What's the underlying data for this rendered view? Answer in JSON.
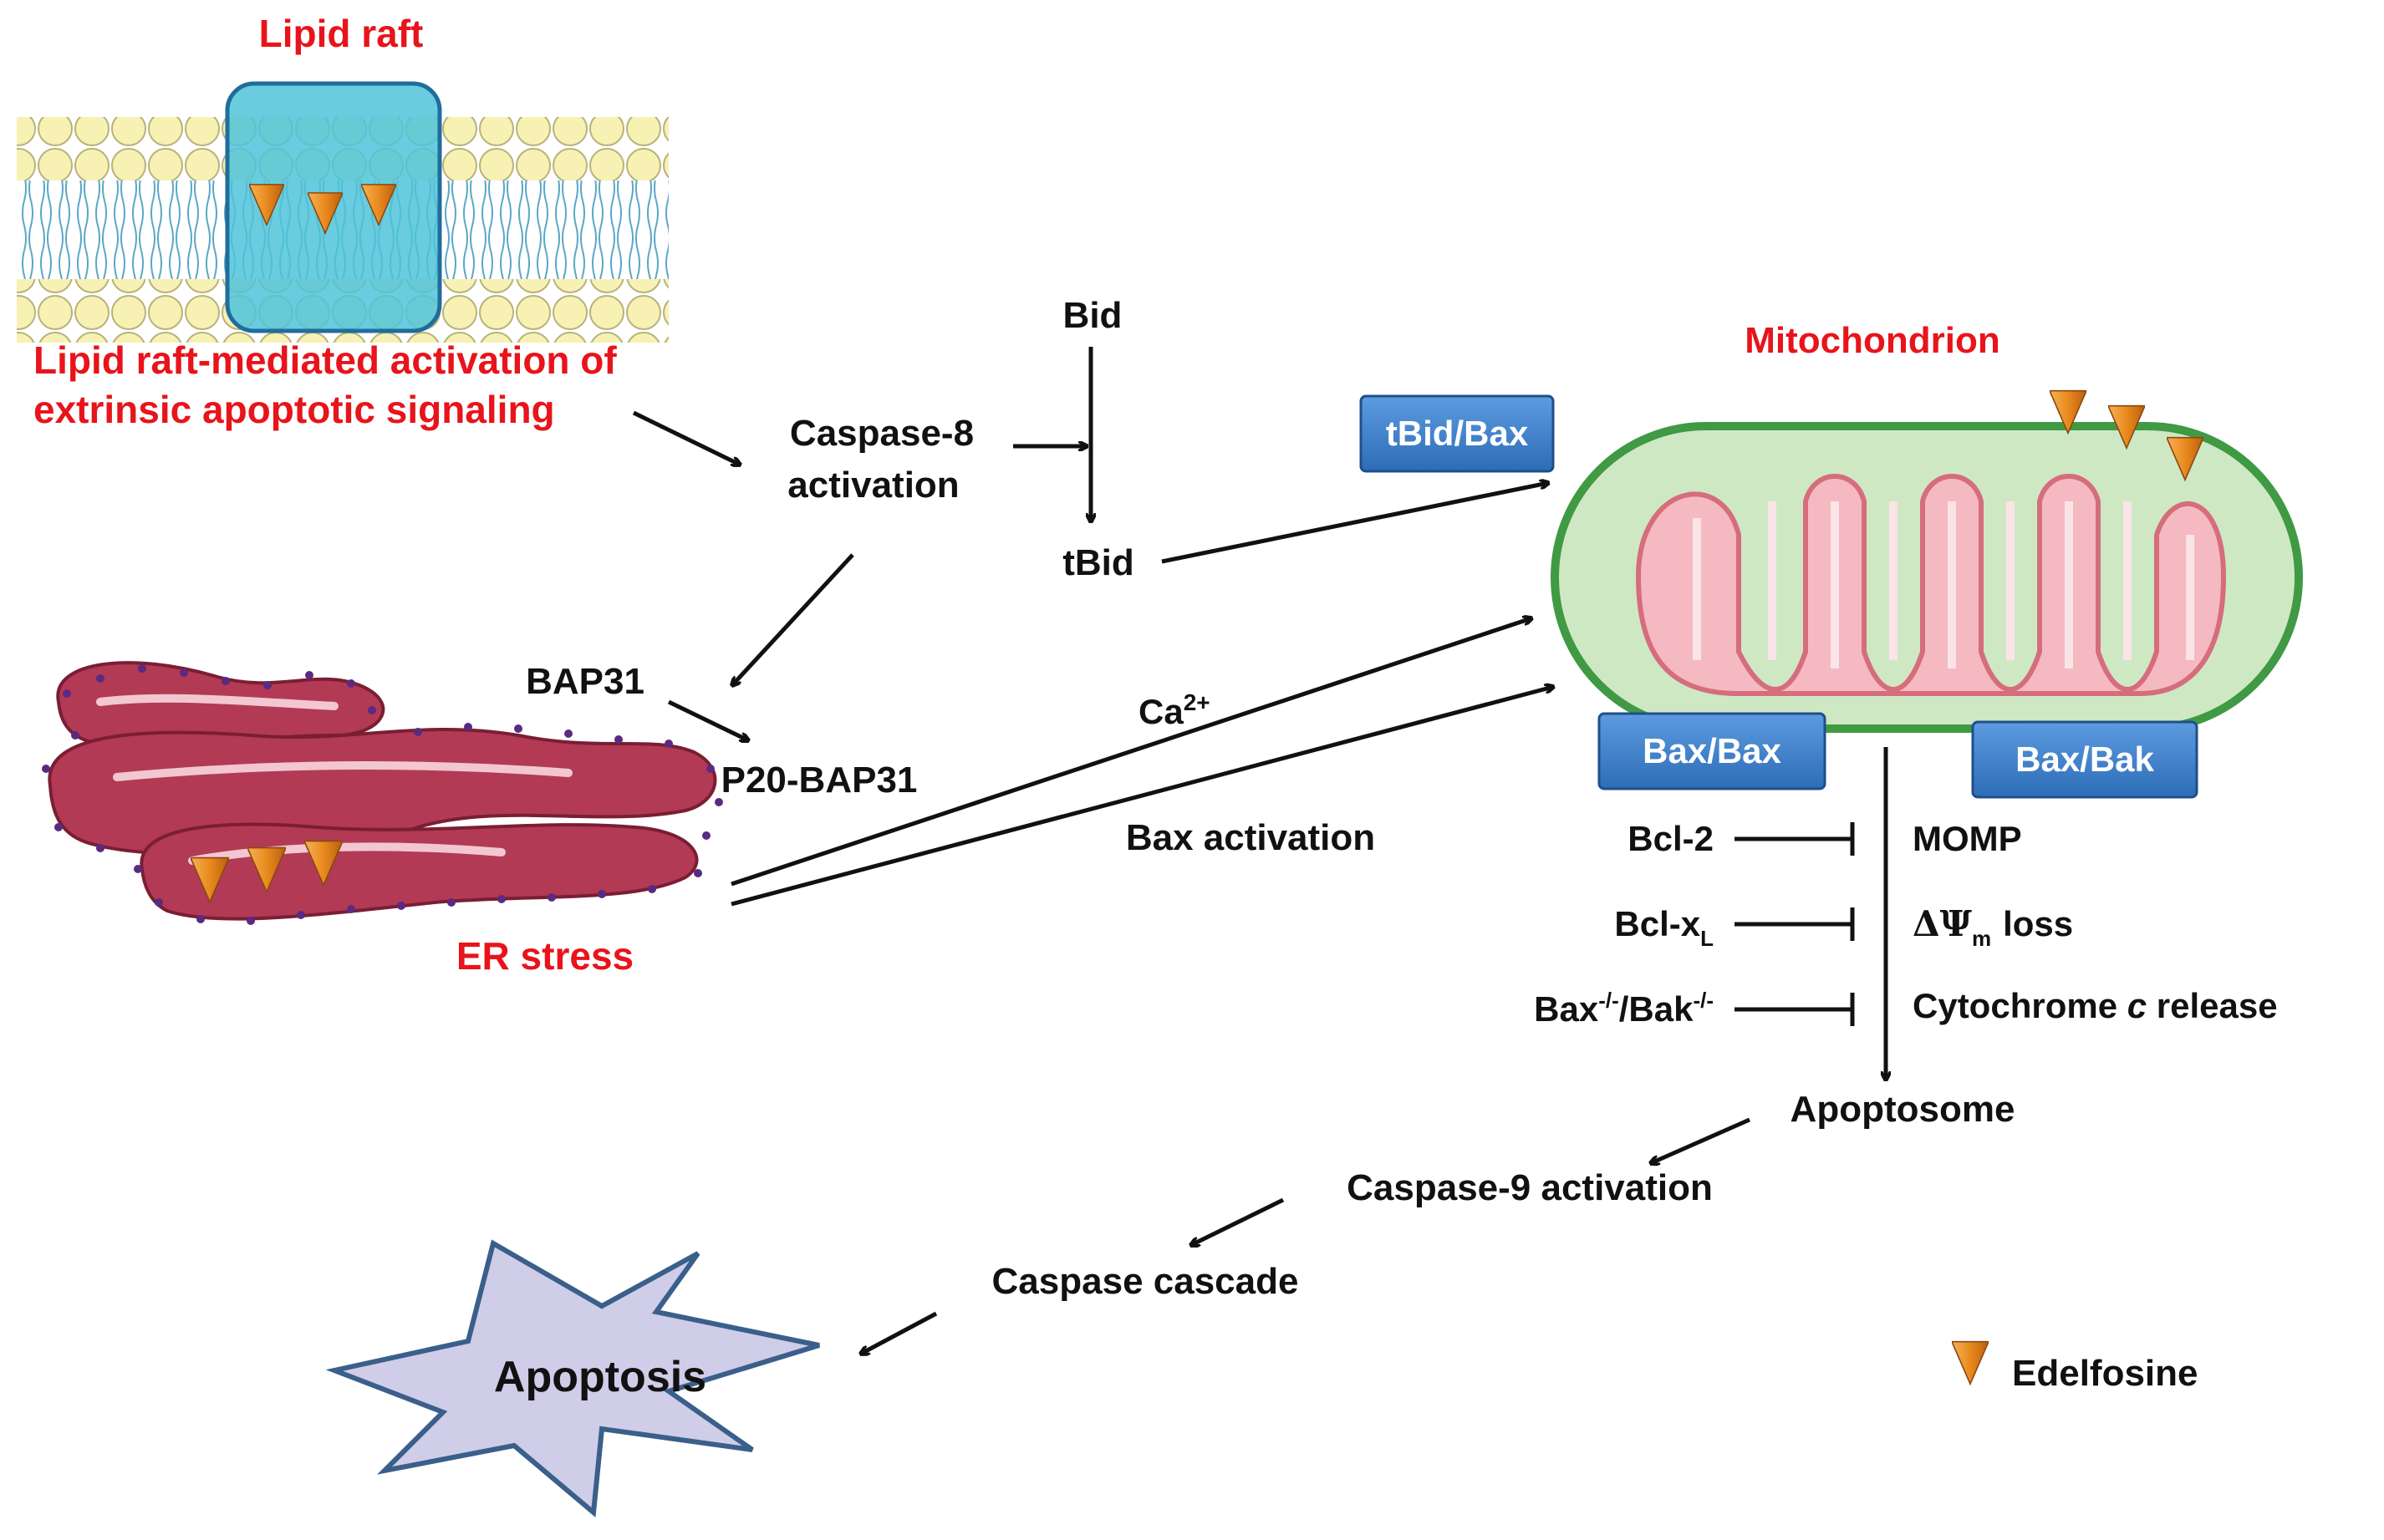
{
  "title": "",
  "labels": {
    "lipid_raft": "Lipid raft",
    "raft_activation_line1": "Lipid raft-mediated activation of",
    "raft_activation_line2": "extrinsic apoptotic signaling",
    "caspase8_line1": "Caspase-8",
    "caspase8_line2": "activation",
    "bid": "Bid",
    "tbid": "tBid",
    "mitochondrion": "Mitochondrion",
    "bap31": "BAP31",
    "p20_bap31": "P20-BAP31",
    "ca_base": "Ca",
    "ca_sup": "2+",
    "bax_activation": "Bax activation",
    "er_stress": "ER stress",
    "bcl2": "Bcl-2",
    "bclxl_base": "Bcl-x",
    "bclxl_sub": "L",
    "baxbak_base1": "Bax",
    "baxbak_sup1": "-/-",
    "baxbak_mid": "/Bak",
    "baxbak_sup2": "-/-",
    "momp": "MOMP",
    "dpsi_delta": "ΔΨ",
    "dpsi_sub": "m",
    "dpsi_loss": "loss",
    "cyto_pre": "Cytochrome ",
    "cyto_c": "c",
    "cyto_post": " release",
    "apoptosome": "Apoptosome",
    "caspase9": "Caspase-9 activation",
    "caspase_cascade": "Caspase cascade",
    "apoptosis": "Apoptosis",
    "legend_edelfosine": "Edelfosine"
  },
  "boxes": {
    "tbid_bax": "tBid/Bax",
    "bax_bax": "Bax/Bax",
    "bax_bak": "Bax/Bak"
  },
  "colors": {
    "red_text": "#e8141b",
    "box_blue": "#3c7fc8",
    "edelfosine": "#e88a1e",
    "membrane_head": "#f7f2b4",
    "raft": "#4fc3d9",
    "mito_outer": "#cfe8c4",
    "mito_border": "#3f9a43",
    "mito_cristae": "#f5b9c2",
    "er_fill": "#b23a55",
    "er_dots": "#5a2a82",
    "apoptosis_star": "#cfcde8"
  }
}
